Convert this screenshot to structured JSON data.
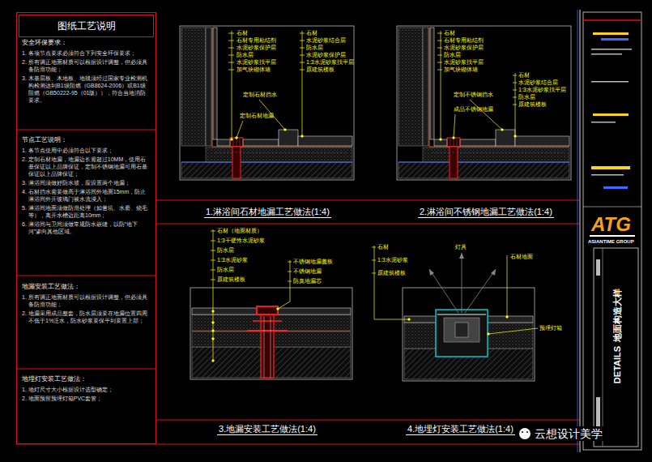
{
  "diagram": {
    "nodes": [
      {
        "text": [
          "安全环保要求：",
          "1. 各项节点要求必须符合下列安全环保要求；",
          "2. 所有调正地面材质可以根据设计调整，但必须具备防滑功能；",
          "3. 木基层板、木地板、地毯须经过国家专业检测机构检测达到B1级阻燃（GB8624-2006）或B1级阻燃（GB50222-95（01版）），符合当地消防要求。",
          "节点工艺说明：",
          "1. 各节点使用中必须符合以下要求；",
          "2. 定制石材地漏，地漏边长需超过10MM，使用石基保证以上品牌保证，定制不锈钢地漏可用石基保证以上品牌保证；",
          "3. 淋浴间须做好防水坡，应设置两个地漏；",
          "4. 石材挡水需要做高于淋浴间外地面15mm，防止淋浴间外开玻璃门被水流浸入；",
          "5. 淋浴间地面须做防滑处理（如凿坑、水磨、烧毛等），离开水槽边距离10mm；",
          "6. 淋浴间与卫间须做常规防水嵌缝，以防“地下河”渗向其他区域。",
          "地漏安装工艺做法：",
          "1. 所有调正地面材质可以根据设计调整，但必须具备防滑功能；",
          "2. 地漏采用成品整套，防水层须要在地漏位置四周不低于1%泛水，防水砂浆要保平到要置上部；",
          "地埋灯安装工艺做法：",
          "1. 地灯尺寸大小根据设计选型确定；",
          "2. 地面预留预埋灯箱PVC套管；"
        ]
      },
      {
        "text": [
          "图纸工艺说明"
        ],
        "in": 0
      },
      {
        "text": [
          "1.淋浴间石材地漏工艺做法(1:4)"
        ]
      },
      {
        "text": [
          "2.淋浴间不锈钢地漏工艺做法(1:4)"
        ]
      },
      {
        "text": [
          "3.地漏安装工艺做法(1:4)"
        ]
      },
      {
        "text": [
          "4.地埋灯安装工艺做法(1:4)"
        ]
      },
      {
        "text": [
          "ATG",
          "ASIANTIME GROUP",
          "DETAILS",
          "地面构造大样"
        ]
      }
    ],
    "labels": [
      "石材",
      "石材专用粘结剂",
      "水泥砂浆保护层",
      "防水层",
      "水泥砂浆找平层",
      "加气块砌体墙",
      "石材",
      "水泥砂浆结合层",
      "防水层",
      "水泥砂浆保护层",
      "1:3水泥砂浆找平层",
      "原建筑楼板",
      "定制石材挡水",
      "定制石材地漏",
      "石材",
      "石材专用粘结剂",
      "水泥砂浆保护层",
      "防水层",
      "水泥砂浆找平层",
      "加气块砌体墙",
      "石材",
      "水泥砂浆结合层",
      "1:3水泥砂浆找平层",
      "防水层",
      "原建筑楼板",
      "定制不锈钢挡水",
      "成品不锈钢地漏",
      "石材（地面材质）",
      "1:3干硬性水泥砂浆",
      "防水层",
      "1:3水泥砂浆",
      "防水层",
      "原建筑楼板",
      "不锈钢地漏盖板",
      "不锈钢地漏",
      "防臭地漏芯",
      "石材",
      "1:3水泥砂浆",
      "原建筑楼板",
      "灯具",
      "石材地面",
      "预埋灯箱",
      "云想设计美学"
    ]
  }
}
